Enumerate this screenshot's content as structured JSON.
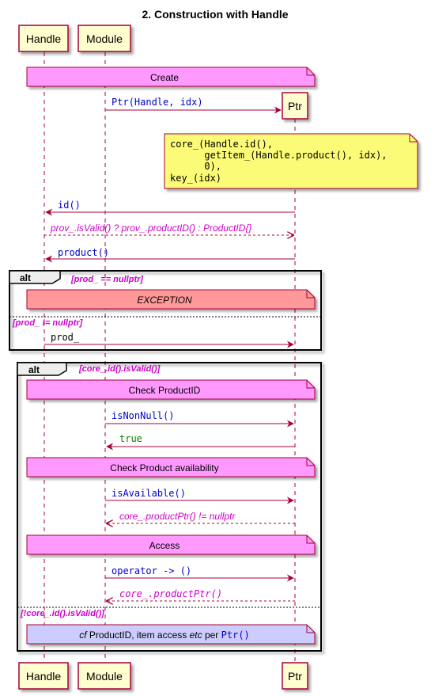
{
  "title": "2. Construction with Handle",
  "participants": {
    "handle": "Handle",
    "module": "Module",
    "ptr": "Ptr"
  },
  "colors": {
    "participant_fill": "#fefece",
    "participant_border": "#a80036",
    "arrow": "#a80036",
    "call_text": "#0000cc",
    "return_text": "#cc00cc",
    "true_text": "#008000",
    "section_fill": "#ff99ff",
    "note_fill": "#fbfb77",
    "exception_fill": "#ff9999",
    "footer_note_fill": "#ccccff"
  },
  "sections": {
    "create": "Create",
    "exception": "EXCEPTION",
    "check_product_id": "Check ProductID",
    "check_availability": "Check Product availability",
    "access": "Access"
  },
  "messages": {
    "ptr_ctor": "Ptr(Handle, idx)",
    "id_call": "id()",
    "prov_return": "prov_.isValid() ? prov_.productID() : ProductID{}",
    "product_call": "product()",
    "prod_msg": "prod_",
    "is_non_null": "isNonNull()",
    "true_return": "true",
    "is_available": "isAvailable()",
    "product_ptr_cmp": "core_.productPtr() != nullptr",
    "operator_arrow": "operator -> ()",
    "product_ptr_return": "core_.productPtr()"
  },
  "note_lines": [
    "core_(Handle.id(),",
    "      getItem_(Handle.product(), idx),",
    "      0),",
    "key_(idx)"
  ],
  "alt1": {
    "label": "alt",
    "guard1": "[prod_ == nullptr]",
    "guard2": "[prod_ != nullptr]"
  },
  "alt2": {
    "label": "alt",
    "guard1": "[core_.id().isValid()]",
    "guard2": "[!core_.id().isValid()]"
  },
  "footer_note": {
    "cf": "cf",
    "middle": " ProductID, item access ",
    "etc": "etc",
    "per": " per ",
    "ptr": "Ptr()"
  }
}
